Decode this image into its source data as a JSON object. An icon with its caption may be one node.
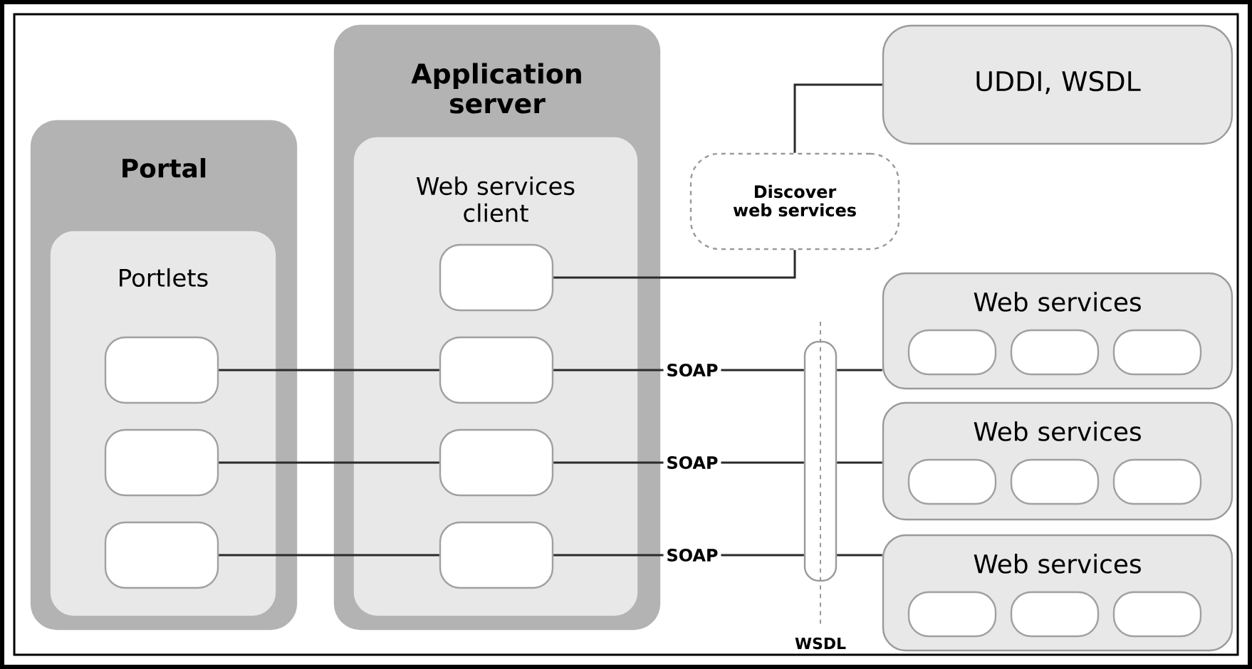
{
  "diagram": {
    "nodes": [
      {
        "text": [
          "Portal"
        ]
      },
      {
        "text": [
          "Portlets"
        ],
        "in": 0
      },
      {
        "text": [],
        "shape": "box",
        "in": 1
      },
      {
        "text": [],
        "shape": "box",
        "in": 1
      },
      {
        "text": [],
        "shape": "box",
        "in": 1
      },
      {
        "text": [
          "Application server"
        ]
      },
      {
        "text": [
          "Web services client"
        ],
        "in": 5
      },
      {
        "text": [],
        "shape": "box",
        "in": 6
      },
      {
        "text": [],
        "shape": "box",
        "in": 6
      },
      {
        "text": [],
        "shape": "box",
        "in": 6
      },
      {
        "text": [],
        "shape": "box",
        "in": 6
      },
      {
        "text": [
          "Discover web services"
        ]
      },
      {
        "text": [
          "UDDI, WSDL"
        ]
      },
      {
        "text": [
          "Web services"
        ]
      },
      {
        "text": [],
        "shape": "box",
        "in": 13
      },
      {
        "text": [],
        "shape": "box",
        "in": 13
      },
      {
        "text": [],
        "shape": "box",
        "in": 13
      },
      {
        "text": [
          "Web services"
        ]
      },
      {
        "text": [],
        "shape": "box",
        "in": 17
      },
      {
        "text": [],
        "shape": "box",
        "in": 17
      },
      {
        "text": [],
        "shape": "box",
        "in": 17
      },
      {
        "text": [
          "Web services"
        ]
      },
      {
        "text": [],
        "shape": "box",
        "in": 21
      },
      {
        "text": [],
        "shape": "box",
        "in": 21
      },
      {
        "text": [],
        "shape": "box",
        "in": 21
      },
      {
        "text": [
          "WSDL"
        ]
      }
    ],
    "edges": [
      {
        "from": 2,
        "to": 8,
        "arrow": "none"
      },
      {
        "from": 3,
        "to": 9,
        "arrow": "none"
      },
      {
        "from": 4,
        "to": 10,
        "arrow": "none"
      },
      {
        "from": 7,
        "to": 11,
        "arrow": "none"
      },
      {
        "from": 11,
        "to": 12,
        "arrow": "none"
      },
      {
        "from": 8,
        "to": 25,
        "arrow": "none",
        "label": "SOAP"
      },
      {
        "from": 9,
        "to": 25,
        "arrow": "none",
        "label": "SOAP"
      },
      {
        "from": 10,
        "to": 25,
        "arrow": "none",
        "label": "SOAP"
      },
      {
        "from": 25,
        "to": 13,
        "arrow": "none"
      },
      {
        "from": 25,
        "to": 17,
        "arrow": "none"
      },
      {
        "from": 25,
        "to": 21,
        "arrow": "none"
      }
    ]
  }
}
